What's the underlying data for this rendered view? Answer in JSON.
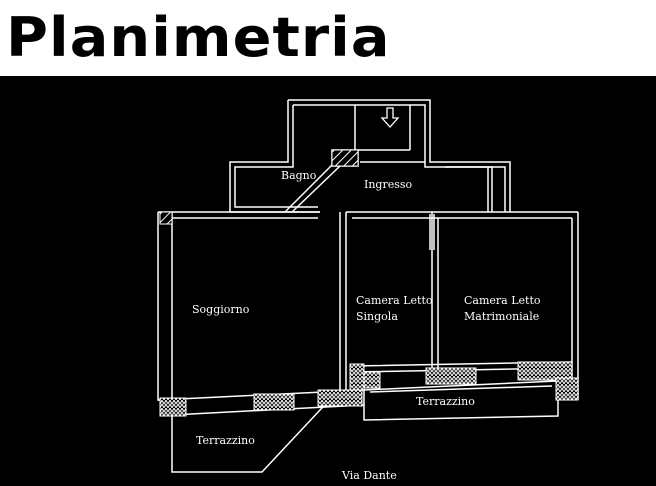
{
  "header": {
    "title": "Planimetria"
  },
  "plan": {
    "rooms": {
      "bagno": "Bagno",
      "ingresso": "Ingresso",
      "soggiorno": "Soggiorno",
      "camera_singola_1": "Camera Letto",
      "camera_singola_2": "Singola",
      "camera_matrimoniale_1": "Camera Letto",
      "camera_matrimoniale_2": "Matrimoniale",
      "terrazzino_left": "Terrazzino",
      "terrazzino_right": "Terrazzino"
    },
    "street": "Via Dante",
    "colors": {
      "background": "#000000",
      "walls": "#ffffff"
    },
    "icons": {
      "entrance": "arrow-down-icon"
    }
  }
}
